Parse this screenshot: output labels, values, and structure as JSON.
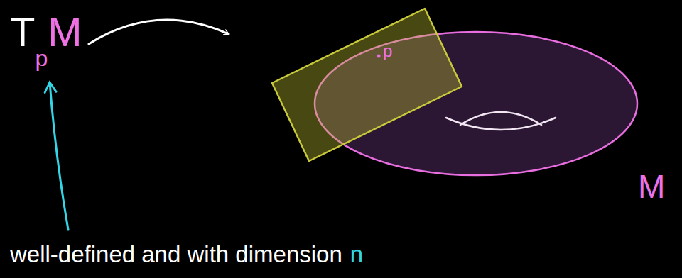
{
  "diagram": {
    "labels": [
      "T",
      "p",
      "M",
      "p",
      "M",
      "well-defined and with dimension",
      "n"
    ]
  }
}
